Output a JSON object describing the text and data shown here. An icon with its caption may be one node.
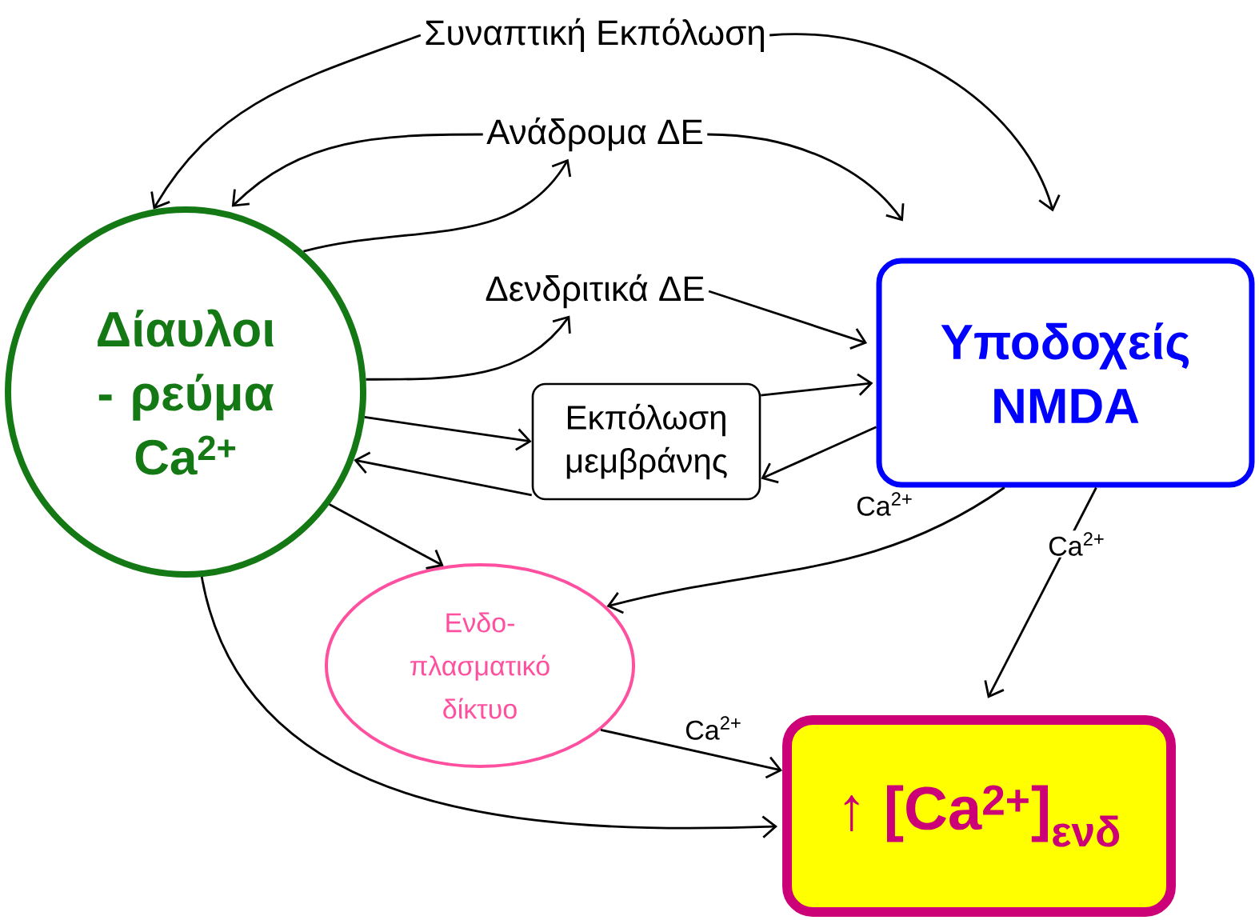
{
  "diagram": {
    "nodes": [
      {
        "text": [
          "Συναπτική Εκπόλωση"
        ]
      },
      {
        "text": [
          "Ανάδρομα ΔΕ"
        ]
      },
      {
        "text": [
          "Δενδριτικά ΔΕ"
        ]
      },
      {
        "text": [
          "Δίαυλοι - ρεύμα Ca$^{2+}$"
        ]
      },
      {
        "text": [
          "Υποδοχείς NMDA"
        ]
      },
      {
        "text": [
          "Εκπόλωση μεμβράνης"
        ]
      },
      {
        "text": [
          "Ενδο- πλασματικό δίκτυο"
        ]
      },
      {
        "text": [
          "↑ [Ca$^{2+}$]$_{ενδ}$"
        ]
      }
    ],
    "edges": [
      {
        "from": 0,
        "to": 3,
        "arrow": "to"
      },
      {
        "from": 0,
        "to": 4,
        "arrow": "to"
      },
      {
        "from": 1,
        "to": 3,
        "arrow": "to"
      },
      {
        "from": 3,
        "to": 1,
        "arrow": "to"
      },
      {
        "from": 1,
        "to": 4,
        "arrow": "to"
      },
      {
        "from": 3,
        "to": 2,
        "arrow": "to"
      },
      {
        "from": 2,
        "to": 4,
        "arrow": "to"
      },
      {
        "from": 3,
        "to": 5,
        "arrow": "to"
      },
      {
        "from": 5,
        "to": 3,
        "arrow": "to"
      },
      {
        "from": 5,
        "to": 4,
        "arrow": "to"
      },
      {
        "from": 4,
        "to": 5,
        "arrow": "to"
      },
      {
        "from": 3,
        "to": 6,
        "arrow": "to"
      },
      {
        "from": 4,
        "to": 6,
        "arrow": "to",
        "label": "Ca$^{2+}$"
      },
      {
        "from": 4,
        "to": 7,
        "arrow": "to",
        "label": "Ca$^{2+}$"
      },
      {
        "from": 6,
        "to": 7,
        "arrow": "to",
        "label": "Ca$^{2+}$"
      },
      {
        "from": 3,
        "to": 7,
        "arrow": "to"
      }
    ]
  }
}
